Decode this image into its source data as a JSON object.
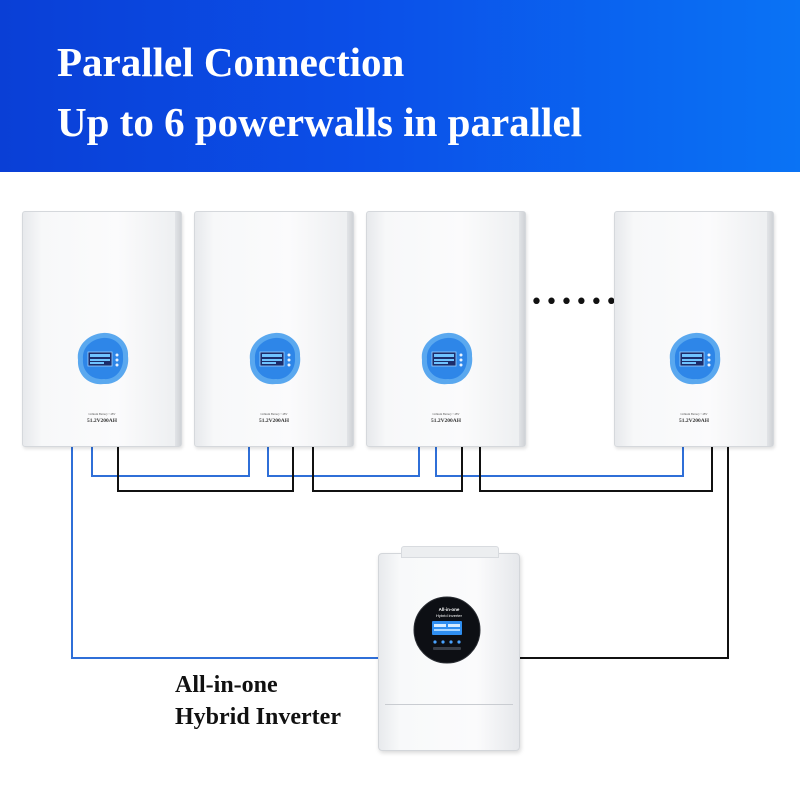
{
  "header": {
    "title": "Parallel Connection",
    "subtitle": "Up to 6 powerwalls in parallel"
  },
  "batteries": [
    {
      "small_text": "Lithium Battery • 48V",
      "model": "51.2V200AH"
    },
    {
      "small_text": "Lithium Battery • 48V",
      "model": "51.2V200AH"
    },
    {
      "small_text": "Lithium Battery • 48V",
      "model": "51.2V200AH"
    },
    {
      "small_text": "Lithium Battery • 48V",
      "model": "51.2V200AH"
    }
  ],
  "ellipsis": "•••••••",
  "inverter": {
    "panel_line1": "All-in-one",
    "panel_line2": "Hybrid inverter",
    "caption_line1": "All-in-one",
    "caption_line2": "Hybrid Inverter"
  },
  "colors": {
    "banner_start": "#0a3fd6",
    "banner_end": "#0a73f5",
    "wire_positive": "#2f6fd8",
    "wire_negative": "#111111",
    "display_blue": "#2f8ef0"
  },
  "icons": {
    "battery": "battery-module-icon",
    "inverter": "inverter-unit-icon"
  }
}
